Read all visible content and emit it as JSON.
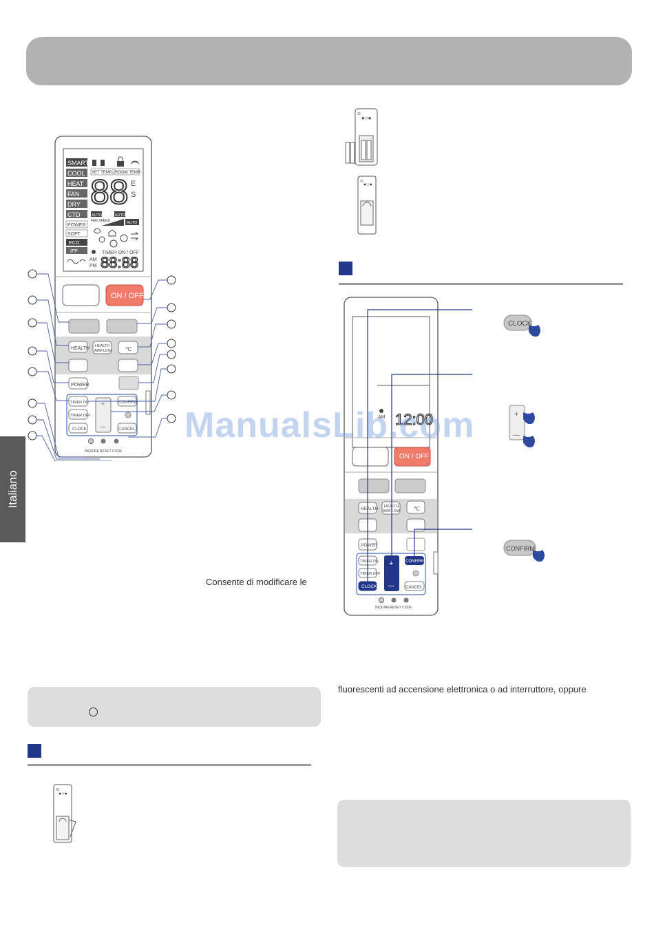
{
  "sidebar": {
    "language_tab": "Italiano"
  },
  "text": {
    "line_left": "Consente di modificare le",
    "line_right": "fluorescenti ad accensione elettronica o ad interruttore, oppure"
  },
  "watermark": "ManualsLib.com",
  "remote1": {
    "lcd_modes": [
      "SMART",
      "COOL",
      "HEAT",
      "FAN",
      "DRY",
      "CTD",
      "POWER",
      "SOFT",
      "ECO",
      "IFP"
    ],
    "set_temp": "SET TEMP.",
    "room_temp": "ROOM TEMP.",
    "digits": "88",
    "auto": "AUTO",
    "fan_speed": "FAN SPEED",
    "timer_label": "TIMER ON / OFF",
    "am": "AM",
    "pm": "PM",
    "clock_digits": "88:88",
    "on_off": "ON / OFF",
    "health": "HEALTH",
    "health_airflow_1": "HEALTH",
    "health_airflow_2": "AIRFLOW",
    "celsius": "℃",
    "power": "POWER",
    "timer_on": "TIMER ON",
    "timer_off": "TIMER OFF",
    "clock": "CLOCK",
    "confirm": "CONFIRM",
    "cancel": "CANCEL",
    "plus": "+",
    "minus": "—",
    "inquire": "INQUIRE",
    "reset": "RESET",
    "code": "CODE"
  },
  "remote2": {
    "am": "AM",
    "clock_digits": "12:00",
    "on_off": "ON / OFF",
    "health": "HEALTH",
    "health_airflow_1": "HEALTH",
    "health_airflow_2": "AIRFLOW",
    "celsius": "℃",
    "power": "POWER",
    "timer_on": "TIMER ON",
    "timer_off": "TIMER OFF",
    "clock": "CLOCK",
    "confirm": "CONFIRM",
    "cancel": "CANCEL",
    "plus": "+",
    "minus": "—",
    "inquire": "INQUIRE",
    "reset": "RESET",
    "code": "CODE"
  },
  "callouts": {
    "clock_button": "CLOCK",
    "confirm_button": "CONFIRM",
    "plus": "+",
    "minus": "—"
  }
}
